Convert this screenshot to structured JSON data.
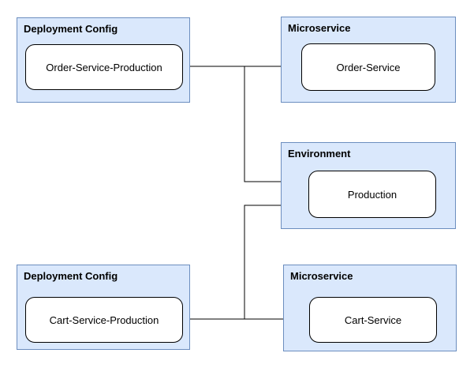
{
  "diagram": {
    "containers": [
      {
        "type": "Deployment Config",
        "node": "Order-Service-Production"
      },
      {
        "type": "Microservice",
        "node": "Order-Service"
      },
      {
        "type": "Environment",
        "node": "Production"
      },
      {
        "type": "Deployment Config",
        "node": "Cart-Service-Production"
      },
      {
        "type": "Microservice",
        "node": "Cart-Service"
      }
    ],
    "edges": [
      {
        "from": "Order-Service-Production",
        "to": "Order-Service"
      },
      {
        "from": "Order-Service-Production",
        "to": "Production"
      },
      {
        "from": "Cart-Service-Production",
        "to": "Cart-Service"
      },
      {
        "from": "Cart-Service-Production",
        "to": "Production"
      }
    ],
    "colors": {
      "container_fill": "#dae8fc",
      "container_border": "#6c8ebf",
      "node_fill": "#ffffff",
      "node_border": "#000000",
      "edge": "#000000",
      "text": "#000000",
      "background": "#ffffff"
    }
  }
}
